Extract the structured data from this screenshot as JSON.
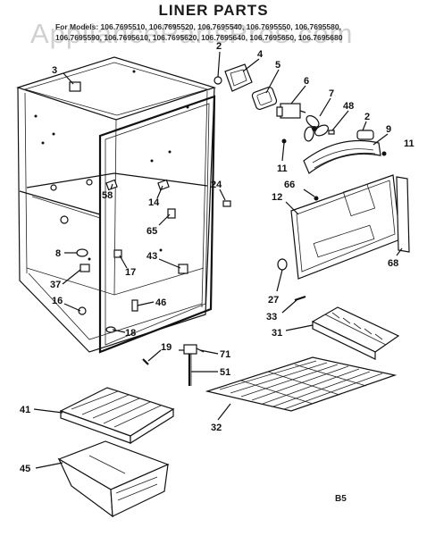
{
  "header": {
    "title": "LINER PARTS",
    "models_prefix": "For Models:",
    "models_line1": "106.7695510, 106.7695520, 106.7695540, 106.7695550, 106.7695580,",
    "models_line2": "106.7695590, 106.7695610, 106.7695620, 106.7695640, 106.7695650, 106.7695680"
  },
  "watermark": "AppliancePartsPros.com",
  "page_code": "B5",
  "callouts": [
    "2",
    "3",
    "4",
    "5",
    "6",
    "7",
    "48",
    "2",
    "9",
    "11",
    "11",
    "66",
    "12",
    "68",
    "58",
    "14",
    "24",
    "65",
    "8",
    "43",
    "17",
    "37",
    "16",
    "46",
    "18",
    "19",
    "27",
    "33",
    "31",
    "71",
    "51",
    "41",
    "32",
    "45"
  ]
}
